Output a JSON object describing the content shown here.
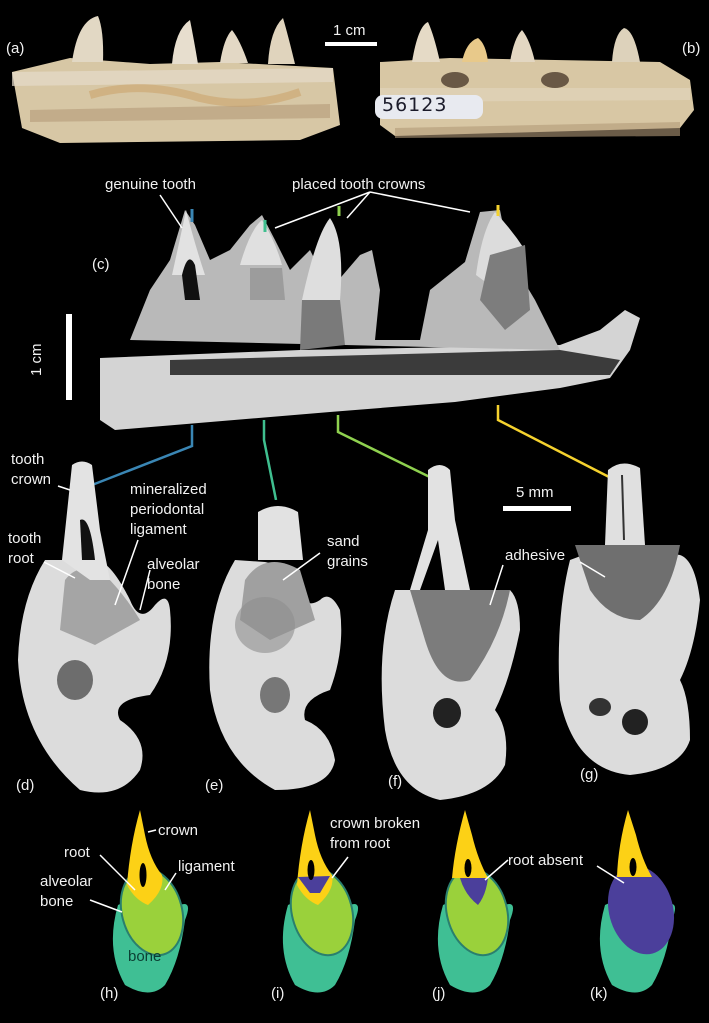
{
  "figure": {
    "panels": {
      "a": "(a)",
      "b": "(b)",
      "c": "(c)",
      "d": "(d)",
      "e": "(e)",
      "f": "(f)",
      "g": "(g)",
      "h": "(h)",
      "i": "(i)",
      "j": "(j)",
      "k": "(k)"
    },
    "scale_bars": {
      "top": "1 cm",
      "ct_side": "1 cm",
      "sections": "5 mm"
    },
    "specimen_label": "56123",
    "annotations_c": {
      "genuine_tooth": "genuine tooth",
      "placed_crowns": "placed tooth crowns"
    },
    "annotations_d": {
      "tooth_crown": [
        "tooth",
        "crown"
      ],
      "tooth_root": [
        "tooth",
        "root"
      ],
      "ligament": [
        "mineralized",
        "periodontal",
        "ligament"
      ],
      "alveolar_bone": [
        "alveolar",
        "bone"
      ]
    },
    "annotations_e": {
      "sand_grains": [
        "sand",
        "grains"
      ]
    },
    "annotations_f": {
      "adhesive": "adhesive"
    },
    "schematic": {
      "crown": "crown",
      "root": "root",
      "ligament": "ligament",
      "alveolar_bone": [
        "alveolar",
        "bone"
      ],
      "bone": "bone",
      "crown_broken": [
        "crown broken",
        "from root"
      ],
      "root_absent": "root absent"
    },
    "colors": {
      "connector_d": "#3a86b4",
      "connector_e": "#3fbf8f",
      "connector_f": "#8fd14f",
      "connector_g": "#f5d22e",
      "crown": "#fcd116",
      "ligament": "#9ad13b",
      "bone": "#3fbf94",
      "alveolar_edge": "#2a7f6e",
      "adhesive": "#4b3f9b",
      "fossil": "#d9cdb4",
      "ct_bone": "#d7d7d7",
      "ct_adhesive": "#7a7a7a"
    }
  }
}
